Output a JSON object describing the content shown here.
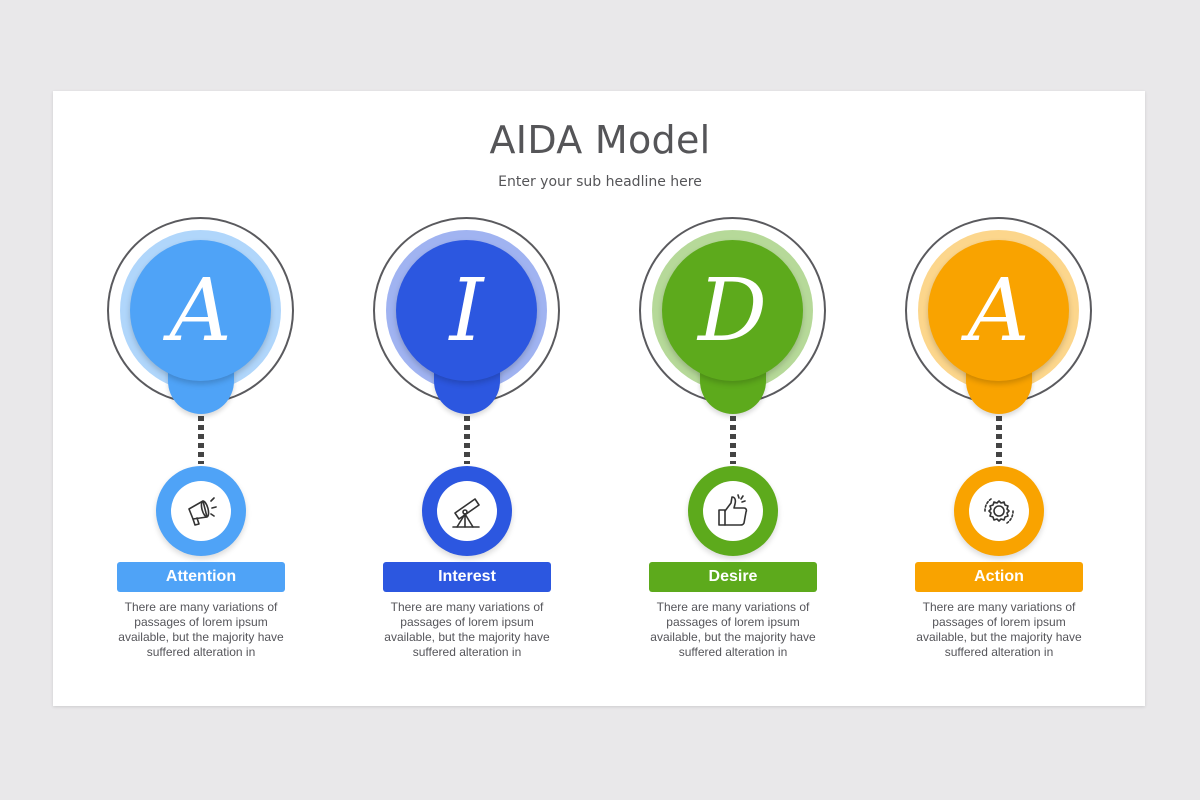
{
  "title": "AIDA Model",
  "subtitle": "Enter your sub headline here",
  "stages": [
    {
      "letter": "A",
      "label": "Attention",
      "icon": "megaphone-icon",
      "color": "#4fa3f7",
      "text": "There are many variations of passages of lorem ipsum available, but the majority have suffered alteration in"
    },
    {
      "letter": "I",
      "label": "Interest",
      "icon": "telescope-icon",
      "color": "#2c57e0",
      "text": "There are many variations of passages of lorem ipsum available, but the majority have suffered alteration in"
    },
    {
      "letter": "D",
      "label": "Desire",
      "icon": "thumbs-up-icon",
      "color": "#5daa1c",
      "text": "There are many variations of passages of lorem ipsum available, but the majority have suffered alteration in"
    },
    {
      "letter": "A",
      "label": "Action",
      "icon": "gear-icon",
      "color": "#f9a300",
      "text": "There are many variations of passages of lorem ipsum available, but the majority have suffered alteration in"
    }
  ]
}
